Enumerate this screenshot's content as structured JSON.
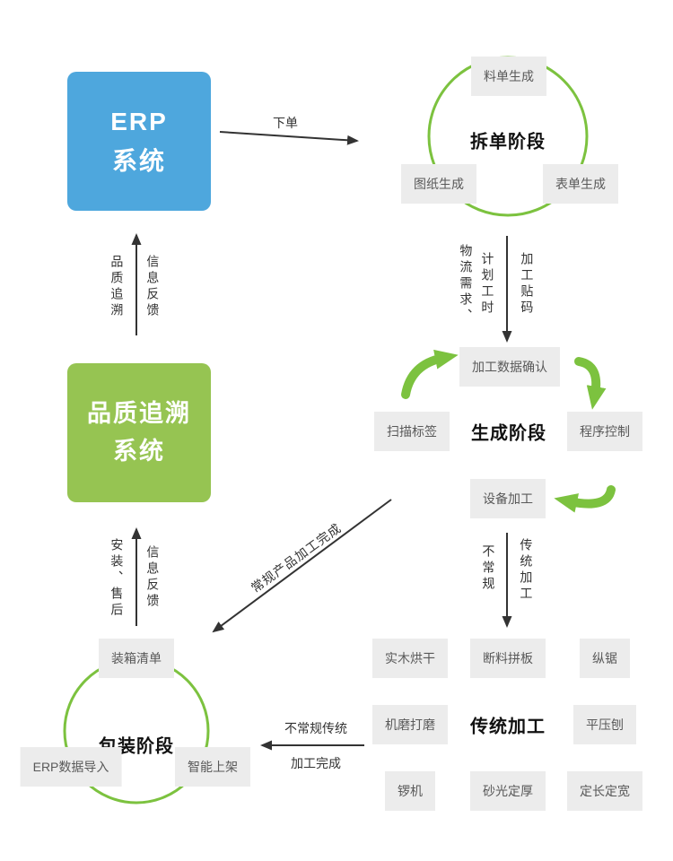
{
  "colors": {
    "erp_blue": "#4ea7dd",
    "quality_green": "#96c452",
    "arc_green": "#7cc23f",
    "box_bg": "#ececec",
    "box_text": "#595959",
    "arrow": "#333333"
  },
  "erp_system": {
    "line1": "ERP",
    "line2": "系统"
  },
  "order_label": "下单",
  "split_stage": {
    "title": "拆单阶段",
    "top_box": "料单生成",
    "left_box": "图纸生成",
    "right_box": "表单生成"
  },
  "split_down_labels": {
    "col1": "物流需求、",
    "col2": "计划工时",
    "right": "加工贴码"
  },
  "generate_stage": {
    "title": "生成阶段",
    "confirm_box": "加工数据确认",
    "scan_box": "扫描标签",
    "program_box": "程序控制",
    "equipment_box": "设备加工"
  },
  "equipment_down_labels": {
    "left": "不常规",
    "right": "传统加工"
  },
  "regular_done_label": "常规产品加工完成",
  "quality_system": {
    "line1": "品质追溯",
    "line2": "系统"
  },
  "feedback_top": {
    "left": "品质追溯",
    "right": "信息反馈"
  },
  "feedback_bottom": {
    "left": "安装、售后",
    "right": "信息反馈"
  },
  "package_stage": {
    "title": "包装阶段",
    "top_box": "装箱清单",
    "left_box": "ERP数据导入",
    "right_box": "智能上架"
  },
  "package_in_labels": {
    "line1": "不常规传统",
    "line2": "加工完成"
  },
  "traditional_stage": {
    "title": "传统加工",
    "boxes": [
      "实木烘干",
      "断料拼板",
      "纵锯",
      "机磨打磨",
      "平压刨",
      "锣机",
      "砂光定厚",
      "定长定宽"
    ]
  }
}
